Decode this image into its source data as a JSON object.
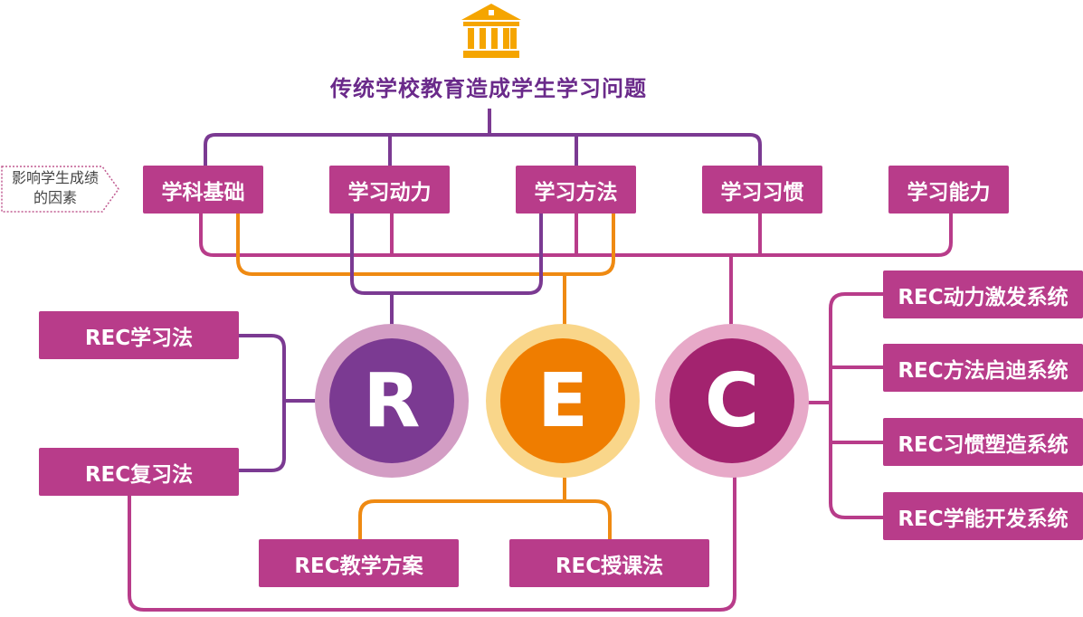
{
  "title": "传统学校教育造成学生学习问题",
  "side_tag": "影响学生成绩的因素",
  "factors": [
    "学科基础",
    "学习动力",
    "学习方法",
    "学习习惯",
    "学习能力"
  ],
  "left_methods": [
    "REC学习法",
    "REC复习法"
  ],
  "bottom_methods": [
    "REC教学方案",
    "REC授课法"
  ],
  "systems": [
    "REC动力激发系统",
    "REC方法启迪系统",
    "REC习惯塑造系统",
    "REC学能开发系统"
  ],
  "letters": [
    "R",
    "E",
    "C"
  ],
  "colors": {
    "purple_line": "#7b3a92",
    "orange_line": "#ef8a12",
    "magenta_line": "#b83c8a",
    "box": "#b83c8a",
    "bank_icon": "#f5a500",
    "r_inner": "#7b3a92",
    "r_outer": "#d39dc4",
    "e_inner": "#ef7d00",
    "e_outer": "#f9d68a",
    "c_inner": "#a3236f",
    "c_outer": "#e7a9c8"
  },
  "icons": {
    "header": "bank-icon"
  }
}
